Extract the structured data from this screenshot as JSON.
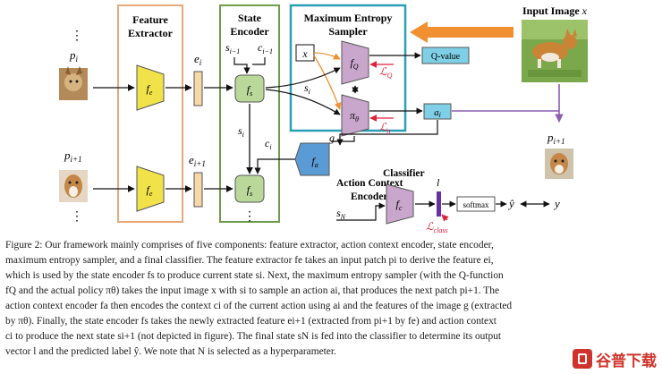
{
  "figure": {
    "modules": {
      "feature_extractor": "Feature Extractor",
      "state_encoder": "State Encoder",
      "sampler": "Maximum Entropy Sampler",
      "input_image": "Input Image x",
      "action_context_encoder": "Action Context Encoder",
      "classifier": "Classifier"
    },
    "labels": {
      "p_i": "p",
      "p_i_sub": "i",
      "p_i1": "p",
      "p_i1_sub": "i+1",
      "e_i": "e",
      "e_i_sub": "i",
      "e_i1": "e",
      "e_i1_sub": "i+1",
      "s_prev": "s",
      "s_prev_sub": "i−1",
      "c_prev": "c",
      "c_prev_sub": "i−1",
      "s_i": "s",
      "s_i_sub": "i",
      "s_i_mid": "s",
      "c_i": "c",
      "c_i_sub": "i",
      "s_N": "s",
      "s_N_sub": "N",
      "x": "x",
      "g": "g",
      "l": "l",
      "a_i": "a",
      "a_i_sub": "i",
      "p_out": "p",
      "p_out_sub": "i+1",
      "y_hat": "ŷ",
      "y": "y",
      "q_value": "Q-value",
      "softmax": "softmax",
      "fe": "f",
      "fe_sub": "e",
      "fs": "f",
      "fs_sub": "s",
      "fq": "f",
      "fq_sub": "Q",
      "pi": "π",
      "pi_sub": "θ",
      "fa": "f",
      "fa_sub": "a",
      "fc": "f",
      "fc_sub": "c",
      "loss_q": "ℒ",
      "loss_q_sub": "Q",
      "loss_pi": "ℒ",
      "loss_pi_sub": "π",
      "loss_class": "ℒ",
      "loss_class_sub": "class",
      "dots": "⋮"
    },
    "colors": {
      "feature_box": "#e8a87c",
      "sampler_box": "#2aa0b8",
      "fe_fill": "#f2e24a",
      "fs_fill": "#b9d89a",
      "fq_fill": "#c9a6cc",
      "fa_fill": "#5b9bd5",
      "loss": "#e0213a",
      "orange_arrow": "#f09030",
      "purple_arrow": "#8a5fb0",
      "qvalue_fill": "#7fd0e6"
    }
  },
  "caption": {
    "l1": "Figure 2: Our framework mainly comprises of five components: feature extractor, action context encoder, state encoder,",
    "l2": "maximum entropy sampler, and a final classifier. The feature extractor fe takes an input patch pi to derive the feature ei,",
    "l3": "which is used by the state encoder fs to produce current state si. Next, the maximum entropy sampler (with the Q-function",
    "l4": "fQ and the actual policy πθ) takes the input image x with si to sample an action ai, that produces the next patch pi+1. The",
    "l5": "action context encoder fa then encodes the context ci of the current action using ai and the features of the image g (extracted",
    "l6": "by πθ). Finally, the state encoder fs takes the newly extracted feature ei+1 (extracted from pi+1 by fe) and action context",
    "l7": "ci to produce the next state si+1 (not depicted in figure). The final state sN is fed into the classifier to determine its output",
    "l8": "vector l and the predicted label ŷ. We note that N is selected as a hyperparameter."
  },
  "watermark": "谷普下载"
}
